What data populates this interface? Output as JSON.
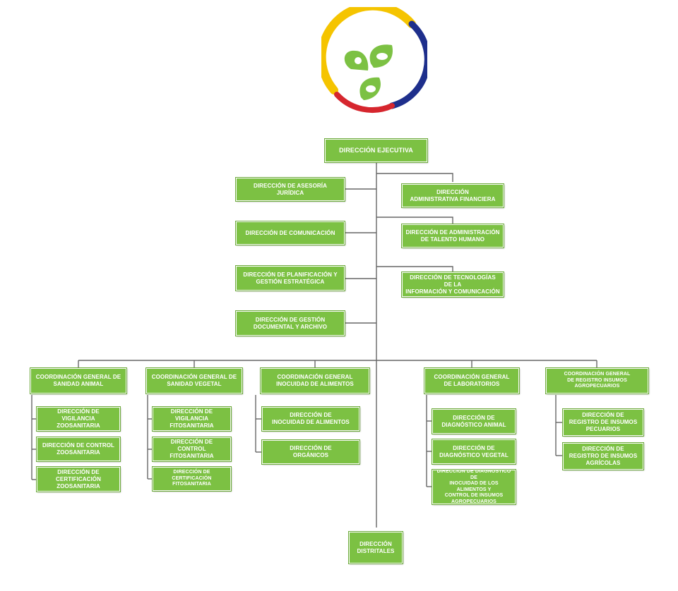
{
  "logo": {
    "name": "logo-agrocalidad",
    "colors": {
      "yellow": "#f5c400",
      "blue": "#1e2f8c",
      "red": "#d6262e",
      "green": "#7cc143"
    }
  },
  "colors": {
    "box": "#7cc143",
    "line": "#666666"
  },
  "nodes": {
    "ejecutiva": "DIRECCIÓN EJECUTIVA",
    "juridica": "DIRECCIÓN DE ASESORÍA JURÍDICA",
    "comunicacion": "DIRECCIÓN DE COMUNICACIÓN",
    "planificacion": "DIRECCIÓN DE PLANIFICACIÓN Y\nGESTIÓN ESTRATÉGICA",
    "documental": "DIRECCIÓN DE GESTIÓN\nDOCUMENTAL Y ARCHIVO",
    "financiera": "DIRECCIÓN\nADMINISTRATIVA FINANCIERA",
    "talento": "DIRECCIÓN DE ADMINISTRACIÓN\nDE TALENTO HUMANO",
    "tics": "DIRECCIÓN DE TECNOLOGÍAS DE LA\nINFORMACIÓN Y COMUNICACIÓN",
    "cg_animal": "COORDINACIÓN GENERAL DE\nSANIDAD ANIMAL",
    "cg_vegetal": "COORDINACIÓN GENERAL DE\nSANIDAD VEGETAL",
    "cg_inocuidad": "COORDINACIÓN GENERAL\nINOCUIDAD DE ALIMENTOS",
    "cg_laboratorios": "COORDINACIÓN GENERAL\nDE LABORATORIOS",
    "cg_registro": "COORDINACIÓN GENERAL\nDE REGISTRO INSUMOS AGROPECUARIOS",
    "a_vigilancia": "DIRECCIÓN DE VIGILANCIA\nZOOSANITARIA",
    "a_control": "DIRECCIÓN DE CONTROL\nZOOSANITARIA",
    "a_certificacion": "DIRECCIÓN DE\nCERTIFICACIÓN ZOOSANITARIA",
    "v_vigilancia": "DIRECCIÓN DE VIGILANCIA\nFITOSANITARIA",
    "v_control": "DIRECCIÓN DE CONTROL\nFITOSANITARIA",
    "v_certificacion": "DIRECCIÓN DE\nCERTIFICACIÓN FITOSANITARIA",
    "i_inocuidad": "DIRECCIÓN DE\nINOCUIDAD DE ALIMENTOS",
    "i_organicos": "DIRECCIÓN DE\nORGÁNICOS",
    "l_animal": "DIRECCIÓN DE\nDIAGNÓSTICO ANIMAL",
    "l_vegetal": "DIRECCIÓN DE\nDIAGNÓSTICO VEGETAL",
    "l_inocuidad": "DIRECCIÓN DE DIAGNÓSTICO DE\nINOCUIDAD DE LOS ALIMENTOS Y\nCONTROL DE INSUMOS\nAGROPECUARIOS",
    "r_pecuarios": "DIRECCIÓN DE\nREGISTRO DE INSUMOS\nPECUARIOS",
    "r_agricolas": "DIRECCIÓN DE\nREGISTRO DE INSUMOS\nAGRÍCOLAS",
    "distritales": "DIRECCIÓN\nDISTRITALES"
  }
}
